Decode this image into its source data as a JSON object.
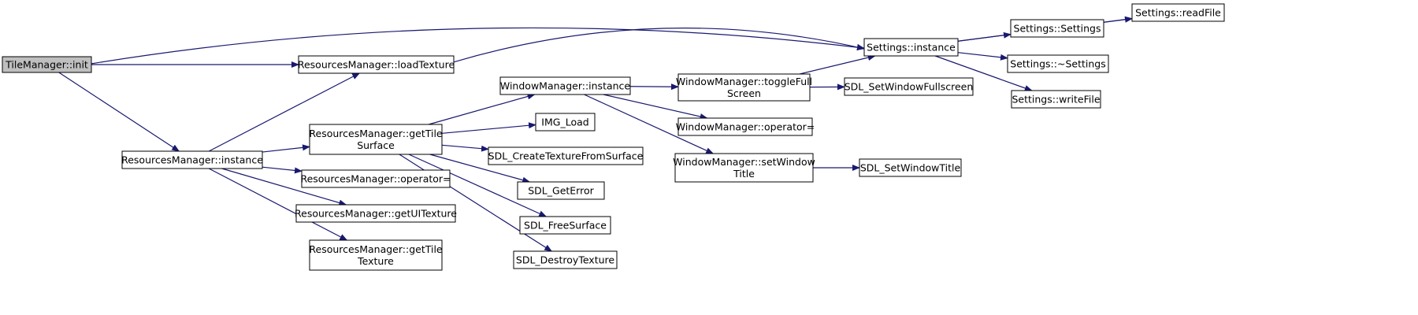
{
  "diagram": {
    "edge_color": "#191970",
    "root_fill": "#bfbfbf",
    "node_fill": "#ffffff",
    "nodes": [
      {
        "id": "tm_init",
        "lines": [
          "TileManager::init"
        ],
        "root": true
      },
      {
        "id": "rm_instance",
        "lines": [
          "ResourcesManager::instance"
        ]
      },
      {
        "id": "rm_loadTexture",
        "lines": [
          "ResourcesManager::loadTexture"
        ]
      },
      {
        "id": "rm_getTileSurface",
        "lines": [
          "ResourcesManager::getTile",
          "Surface"
        ]
      },
      {
        "id": "rm_operator",
        "lines": [
          "ResourcesManager::operator="
        ]
      },
      {
        "id": "rm_getUITexture",
        "lines": [
          "ResourcesManager::getUITexture"
        ]
      },
      {
        "id": "rm_getTileTexture",
        "lines": [
          "ResourcesManager::getTile",
          "Texture"
        ]
      },
      {
        "id": "wm_instance",
        "lines": [
          "WindowManager::instance"
        ]
      },
      {
        "id": "img_load",
        "lines": [
          "IMG_Load"
        ]
      },
      {
        "id": "sdl_createTex",
        "lines": [
          "SDL_CreateTextureFromSurface"
        ]
      },
      {
        "id": "sdl_getError",
        "lines": [
          "SDL_GetError"
        ]
      },
      {
        "id": "sdl_freeSurface",
        "lines": [
          "SDL_FreeSurface"
        ]
      },
      {
        "id": "sdl_destroyTex",
        "lines": [
          "SDL_DestroyTexture"
        ]
      },
      {
        "id": "wm_toggleFull",
        "lines": [
          "WindowManager::toggleFull",
          "Screen"
        ]
      },
      {
        "id": "wm_operator",
        "lines": [
          "WindowManager::operator="
        ]
      },
      {
        "id": "wm_setTitle",
        "lines": [
          "WindowManager::setWindow",
          "Title"
        ]
      },
      {
        "id": "sdl_setFullscreen",
        "lines": [
          "SDL_SetWindowFullscreen"
        ]
      },
      {
        "id": "sdl_setTitle",
        "lines": [
          "SDL_SetWindowTitle"
        ]
      },
      {
        "id": "settings_instance",
        "lines": [
          "Settings::instance"
        ]
      },
      {
        "id": "settings_ctor",
        "lines": [
          "Settings::Settings"
        ]
      },
      {
        "id": "settings_dtor",
        "lines": [
          "Settings::~Settings"
        ]
      },
      {
        "id": "settings_writeFile",
        "lines": [
          "Settings::writeFile"
        ]
      },
      {
        "id": "settings_readFile",
        "lines": [
          "Settings::readFile"
        ]
      }
    ],
    "edges": [
      {
        "from": "tm_init",
        "to": "settings_instance"
      },
      {
        "from": "tm_init",
        "to": "rm_loadTexture"
      },
      {
        "from": "tm_init",
        "to": "rm_instance"
      },
      {
        "from": "rm_loadTexture",
        "to": "settings_instance"
      },
      {
        "from": "rm_instance",
        "to": "rm_loadTexture"
      },
      {
        "from": "rm_instance",
        "to": "rm_getTileSurface"
      },
      {
        "from": "rm_instance",
        "to": "rm_operator"
      },
      {
        "from": "rm_instance",
        "to": "rm_getUITexture"
      },
      {
        "from": "rm_instance",
        "to": "rm_getTileTexture"
      },
      {
        "from": "rm_getTileSurface",
        "to": "wm_instance"
      },
      {
        "from": "rm_getTileSurface",
        "to": "img_load"
      },
      {
        "from": "rm_getTileSurface",
        "to": "sdl_createTex"
      },
      {
        "from": "rm_getTileSurface",
        "to": "sdl_getError"
      },
      {
        "from": "rm_getTileSurface",
        "to": "sdl_freeSurface"
      },
      {
        "from": "rm_getTileSurface",
        "to": "sdl_destroyTex"
      },
      {
        "from": "wm_instance",
        "to": "wm_toggleFull"
      },
      {
        "from": "wm_instance",
        "to": "wm_operator"
      },
      {
        "from": "wm_instance",
        "to": "wm_setTitle"
      },
      {
        "from": "wm_toggleFull",
        "to": "settings_instance"
      },
      {
        "from": "wm_toggleFull",
        "to": "sdl_setFullscreen"
      },
      {
        "from": "wm_setTitle",
        "to": "sdl_setTitle"
      },
      {
        "from": "settings_instance",
        "to": "settings_readFile"
      },
      {
        "from": "settings_instance",
        "to": "settings_ctor"
      },
      {
        "from": "settings_instance",
        "to": "settings_dtor"
      },
      {
        "from": "settings_instance",
        "to": "settings_writeFile"
      },
      {
        "from": "settings_ctor",
        "to": "settings_readFile"
      }
    ]
  }
}
